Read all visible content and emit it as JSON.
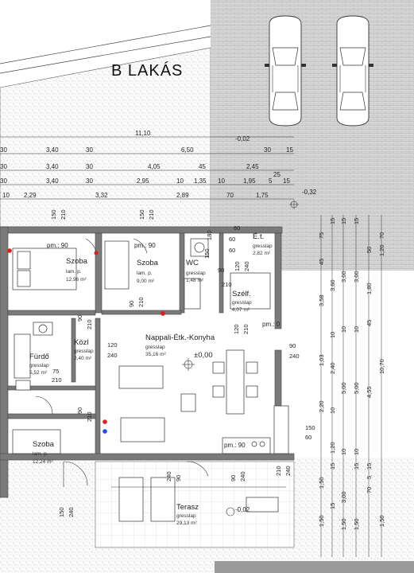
{
  "title": "B LAKÁS",
  "rooms": {
    "szoba1": {
      "name": "Szoba",
      "floor": "lam. p.",
      "area": "12,96 m²"
    },
    "szoba2": {
      "name": "Szoba",
      "floor": "lam. p.",
      "area": "9,00 m²"
    },
    "wc": {
      "name": "WC",
      "floor": "gresslap",
      "area": "1,48 m²"
    },
    "et": {
      "name": "É.t.",
      "floor": "gresslap",
      "area": "2,82 m²"
    },
    "szelf": {
      "name": "Szélf.",
      "floor": "gresslap",
      "area": "4,07 m²"
    },
    "furdo": {
      "name": "Fürdő",
      "floor": "gresslap",
      "area": "5,52 m²"
    },
    "kozl": {
      "name": "Közl",
      "floor": "gresslap",
      "area": "2,40 m²"
    },
    "nappali": {
      "name": "Nappali-Étk.-Konyha",
      "floor": "gresslap",
      "area": "35,16 m²"
    },
    "szoba3": {
      "name": "Szoba",
      "floor": "lam. p.",
      "area": "12,24 m²"
    },
    "terasz": {
      "name": "Terasz",
      "floor": "gresslap",
      "area": "29,13 m²"
    }
  },
  "levels": {
    "zero": "±0,00",
    "minus_top": "-0,02",
    "minus_right": "-0,32",
    "minus_terrace": "-0,02"
  },
  "dims_top": {
    "total": "11,10",
    "r1": [
      "30",
      "3,40",
      "30",
      "6,50",
      "30",
      "15"
    ],
    "r2": [
      "30",
      "3,40",
      "30",
      "4,05",
      "45",
      "2,45"
    ],
    "r3": [
      "30",
      "3,40",
      "30",
      "2,95",
      "10",
      "1,35",
      "10",
      "1,95",
      "5",
      "15",
      "25"
    ],
    "r4": [
      "10",
      "2,29",
      "3,32",
      "2,89",
      "70",
      "1,75"
    ]
  },
  "openings": {
    "pm90a": "pm.: 90",
    "pm90b": "pm.: 90",
    "pm0": "pm.: 0",
    "pm90c": "pm.: 90",
    "d150a": "150",
    "d210a": "210",
    "d150b": "150",
    "d210b": "210",
    "d60a": "60",
    "d60b": "60",
    "d60c": "60",
    "d180": "180",
    "d150c": "150",
    "d90a": "90",
    "d210c": "210",
    "d90b": "90",
    "d210d": "210",
    "d120a": "120",
    "d240a": "240",
    "d90c": "90",
    "d240b": "240",
    "d120b": "120",
    "d210e": "210",
    "d90d": "90",
    "d210f": "210",
    "d120c": "120",
    "d240c": "240",
    "d75": "75",
    "d210g": "210",
    "d90e": "90",
    "d210h": "210",
    "d150d": "150",
    "d60d": "60",
    "d90f": "90",
    "d240d": "240",
    "d240e": "240",
    "d90g": "90",
    "d150e": "150",
    "d240f": "240",
    "d210i": "210",
    "d240g": "240"
  },
  "dims_right": {
    "c1": [
      "75",
      "45",
      "3,58",
      "1,03",
      "2,20",
      "1,50",
      "1,50"
    ],
    "c2": [
      "15",
      "3,60",
      "10",
      "2,40",
      "10",
      "1,20",
      "15",
      "15"
    ],
    "c3": [
      "15",
      "3,00",
      "10",
      "5,00",
      "10",
      "3,00",
      "1,50"
    ],
    "c4": [
      "15",
      "3,00",
      "10",
      "5,00",
      "10",
      "15",
      "1,50"
    ],
    "c5": [
      "50",
      "1,80",
      "45",
      "4,55",
      "15",
      "5",
      "70"
    ],
    "c6": [
      "70",
      "1,20",
      "10,70",
      "1,50"
    ]
  }
}
